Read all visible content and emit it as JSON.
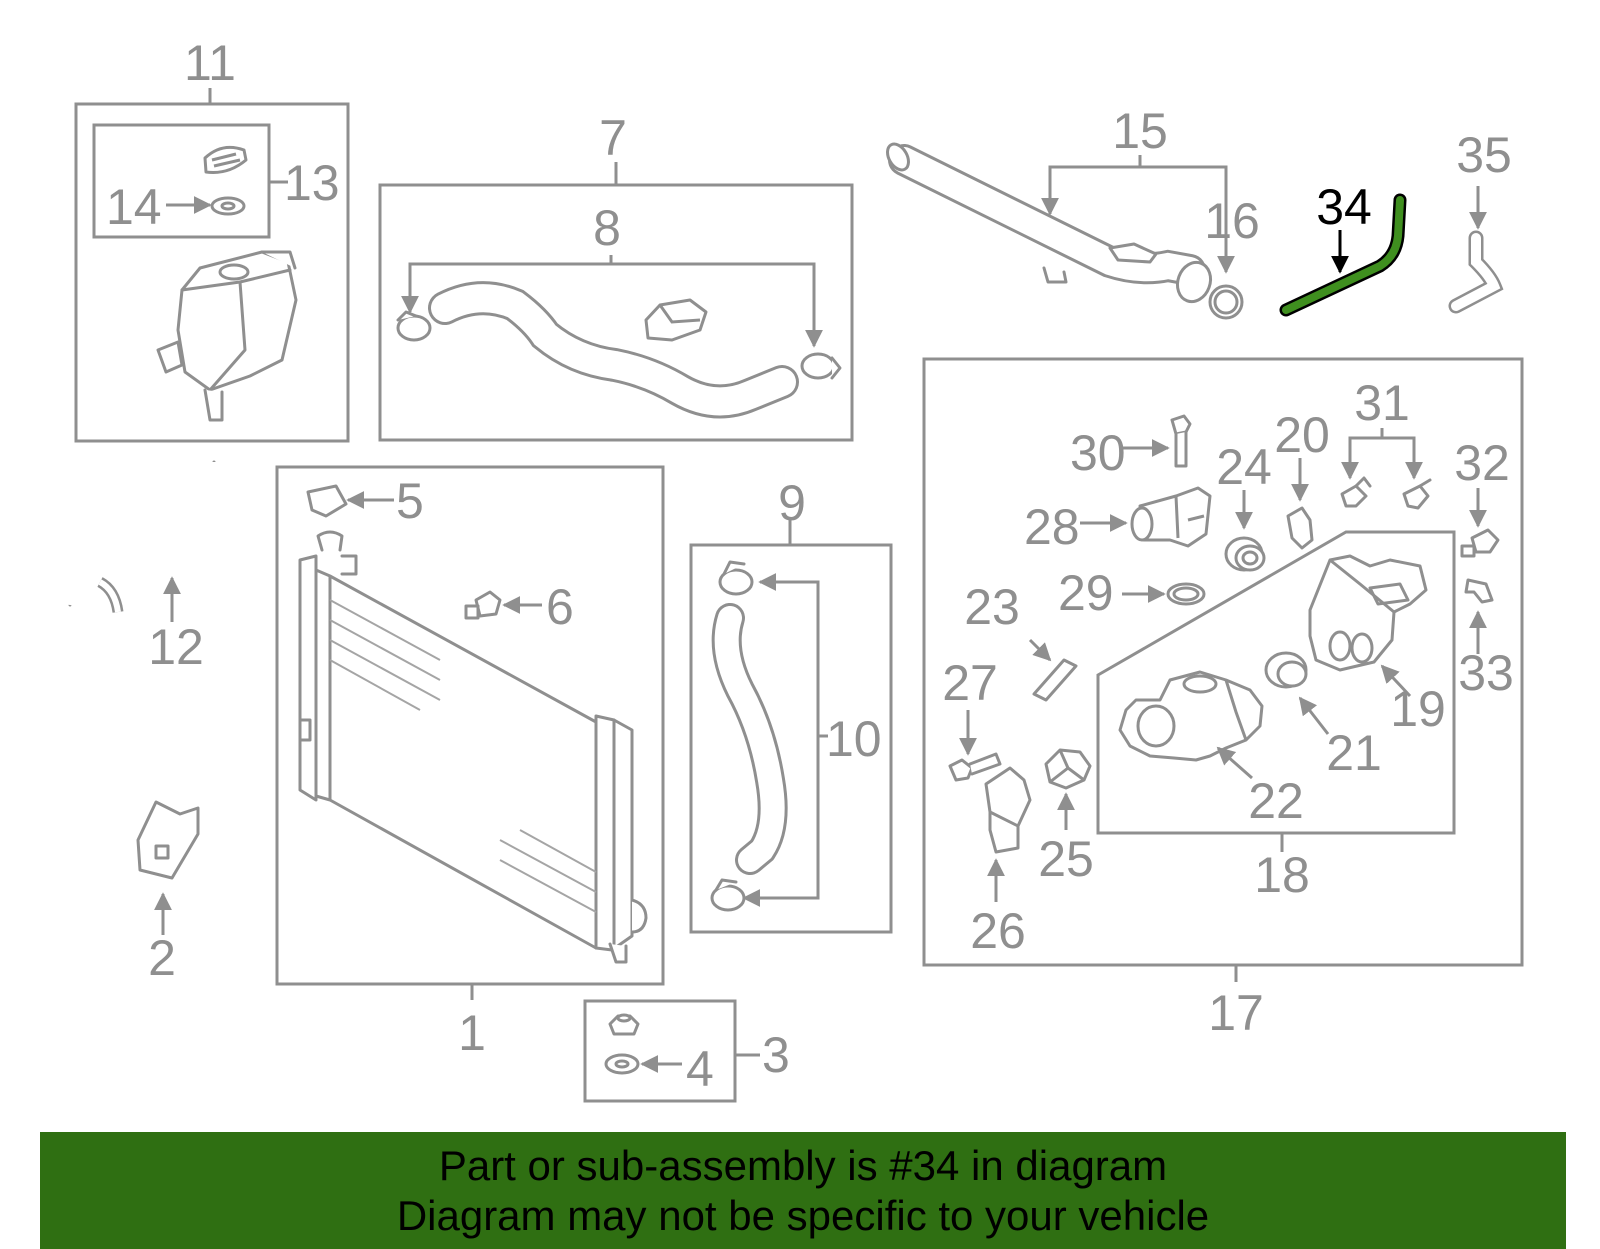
{
  "colors": {
    "line": "#8f8f8f",
    "highlight_part": "#3f8f1f",
    "banner": "#2f6f12",
    "banner_text": "#000000"
  },
  "callouts": {
    "n1": "1",
    "n2": "2",
    "n3": "3",
    "n4": "4",
    "n5": "5",
    "n6": "6",
    "n7": "7",
    "n8": "8",
    "n9": "9",
    "n10": "10",
    "n11": "11",
    "n12": "12",
    "n13": "13",
    "n14": "14",
    "n15": "15",
    "n16": "16",
    "n17": "17",
    "n18": "18",
    "n19": "19",
    "n20": "20",
    "n21": "21",
    "n22": "22",
    "n23": "23",
    "n24": "24",
    "n25": "25",
    "n26": "26",
    "n27": "27",
    "n28": "28",
    "n29": "29",
    "n30": "30",
    "n31": "31",
    "n32": "32",
    "n33": "33",
    "n34": "34",
    "n35": "35"
  },
  "highlighted_part": "34",
  "banner": {
    "line1": "Part or sub-assembly is #34 in diagram",
    "line2": "Diagram may not be specific to your vehicle"
  }
}
